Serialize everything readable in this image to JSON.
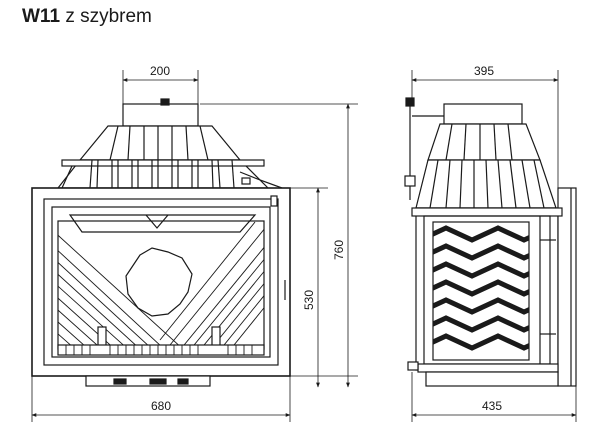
{
  "title": {
    "model": "W11",
    "subtitle": "z szybrem"
  },
  "dimensions": {
    "front_top_width": "200",
    "front_total_height": "760",
    "front_body_height": "530",
    "front_width": "680",
    "side_top_width": "395",
    "side_bottom_width": "435"
  },
  "colors": {
    "line": "#1a1a1a",
    "background": "#ffffff"
  }
}
